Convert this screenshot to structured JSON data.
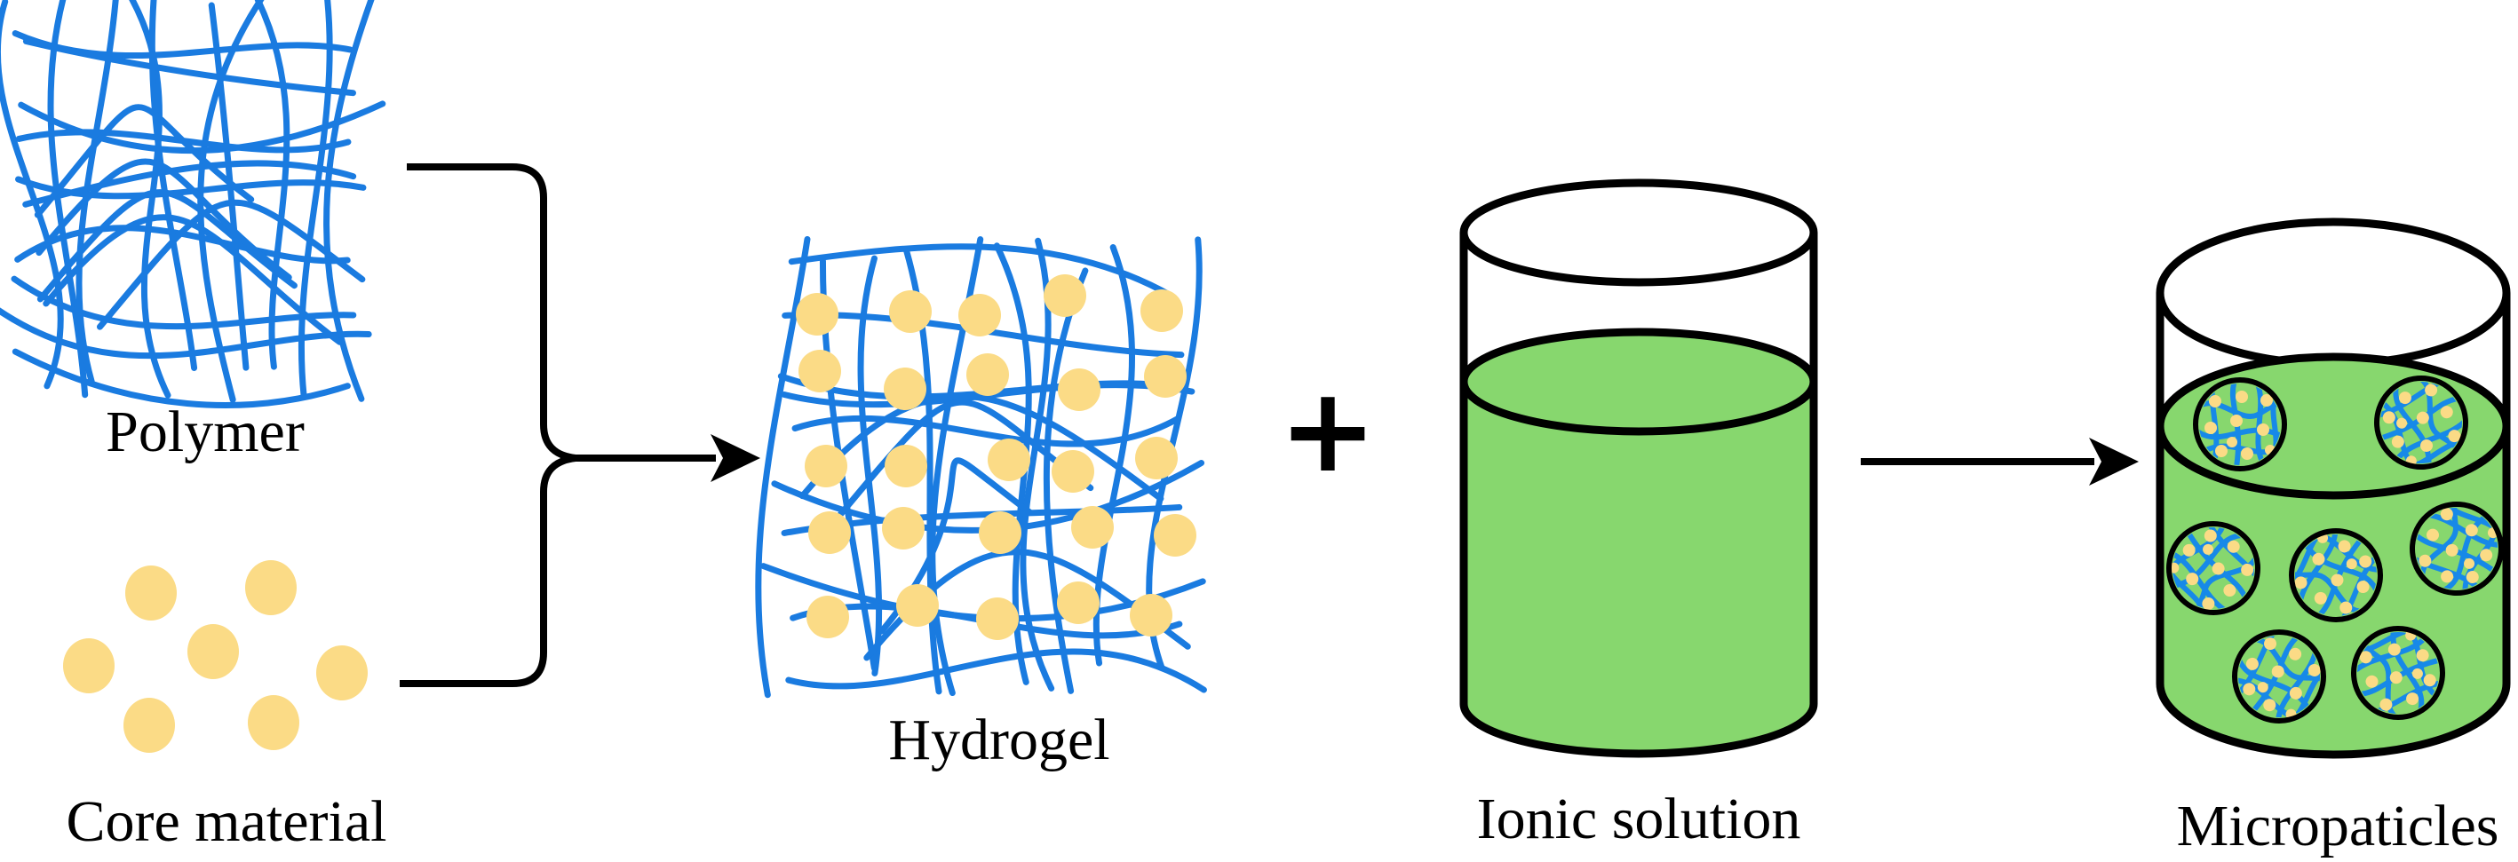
{
  "figure": {
    "type": "microparticle-preparation-process-diagram",
    "background": "#ffffff",
    "labels": {
      "polymer": "Polymer",
      "core_material": "Core material",
      "hydrogel": "Hydrogel",
      "ionic_solution": "Ionic solution",
      "microparticles": "Micropaticles",
      "plus_operator": "+"
    },
    "colors": {
      "polymer_blue": "#1A7BE0",
      "particle_net_blue": "#1789E8",
      "core_yellow": "#FBDB86",
      "solution_green": "#87D76E",
      "outline_black": "#000000"
    },
    "components": {
      "core_material_dot_count": 7,
      "hydrogel_core_dot_count": 25,
      "microparticle_count": 7,
      "beaker_count": 2,
      "arrow_count": 2
    }
  }
}
